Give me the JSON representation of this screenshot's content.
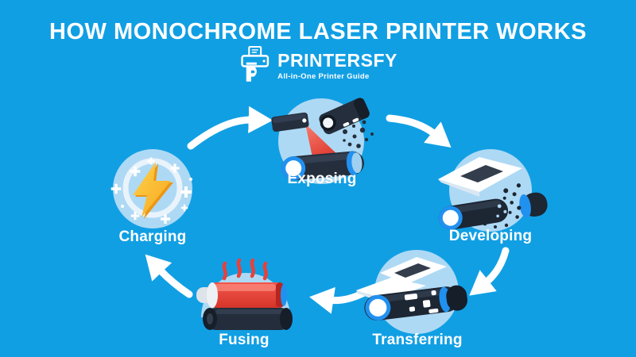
{
  "header": {
    "title": "HOW MONOCHROME LASER PRINTER WORKS"
  },
  "logo": {
    "name": "PRINTERSFY",
    "tagline": "All-in-One Printer Guide"
  },
  "diagram": {
    "type": "process-cycle",
    "stages": [
      {
        "label": "Charging",
        "icon": "corona-charging-bolt"
      },
      {
        "label": "Exposing",
        "icon": "laser-unit-and-drum"
      },
      {
        "label": "Developing",
        "icon": "toner-roller-with-paper"
      },
      {
        "label": "Transferring",
        "icon": "transfer-roller-with-paper"
      },
      {
        "label": "Fusing",
        "icon": "heated-fuser-rollers"
      }
    ],
    "arrows": [
      "charging-to-exposing",
      "exposing-to-developing",
      "developing-to-transferring",
      "transferring-to-fusing",
      "fusing-to-charging"
    ]
  },
  "colors": {
    "background": "#119FE4",
    "stage_circle": "#AED9F4",
    "label_text": "#FFFFFF",
    "arrow": "#FFFFFF",
    "roller_dark": "#232D3B",
    "roller_cap_dark": "#161E2A",
    "accent_blue": "#2191F0",
    "laser_red": "#E8413A",
    "fuser_red": "#E0392F",
    "bolt_yellow": "#FFC53E"
  }
}
